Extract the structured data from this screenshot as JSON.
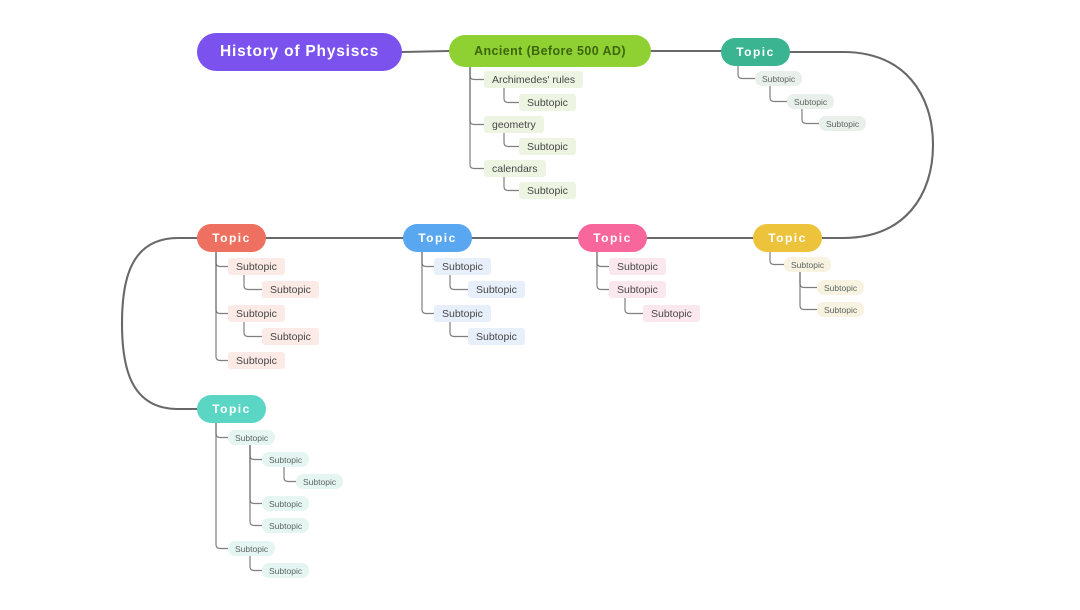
{
  "colors": {
    "root_fill": "#7B52EE",
    "ancient_fill": "#8FD133",
    "ancient_text": "#3D660D",
    "teal_fill": "#3BB591",
    "coral_fill": "#EE7061",
    "blue_fill": "#58A7F0",
    "pink_fill": "#F8679B",
    "yellow_fill": "#EEC33C",
    "mint_fill": "#5CD6C4",
    "topic_text": "#FFFFFF",
    "connector": "#686868",
    "sub_text": "#474747",
    "sub_small_text": "#5B6560",
    "sub_green_bg": "#EDF4E2",
    "sub_gray_green_bg": "#E9EFEA",
    "sub_cream_bg": "#F8F2E1",
    "sub_pink_bg": "#FBE8EF",
    "sub_blue_bg": "#E7EFFA",
    "sub_salmon_bg": "#FBEAE5",
    "sub_mint_bg": "#E5F5F1"
  },
  "mindmap": {
    "root": {
      "label": "History of Physiscs"
    },
    "branches": [
      {
        "name": "ancient",
        "label": "Ancient (Before 500 AD)",
        "children": [
          {
            "label": "Archimedes' rules",
            "children": [
              {
                "label": "Subtopic"
              }
            ]
          },
          {
            "label": "geometry",
            "children": [
              {
                "label": "Subtopic"
              }
            ]
          },
          {
            "label": "calendars",
            "children": [
              {
                "label": "Subtopic"
              }
            ]
          }
        ]
      },
      {
        "name": "topic-teal",
        "label": "Topic",
        "children": [
          {
            "label": "Subtopic",
            "children": [
              {
                "label": "Subtopic",
                "children": [
                  {
                    "label": "Subtopic"
                  }
                ]
              }
            ]
          }
        ]
      },
      {
        "name": "topic-yellow",
        "label": "Topic",
        "children": [
          {
            "label": "Subtopic",
            "children": [
              {
                "label": "Subtopic"
              },
              {
                "label": "Subtopic"
              }
            ]
          }
        ]
      },
      {
        "name": "topic-pink",
        "label": "Topic",
        "children": [
          {
            "label": "Subtopic"
          },
          {
            "label": "Subtopic",
            "children": [
              {
                "label": "Subtopic"
              }
            ]
          }
        ]
      },
      {
        "name": "topic-blue",
        "label": "Topic",
        "children": [
          {
            "label": "Subtopic",
            "children": [
              {
                "label": "Subtopic"
              }
            ]
          },
          {
            "label": "Subtopic",
            "children": [
              {
                "label": "Subtopic"
              }
            ]
          }
        ]
      },
      {
        "name": "topic-coral",
        "label": "Topic",
        "children": [
          {
            "label": "Subtopic",
            "children": [
              {
                "label": "Subtopic"
              }
            ]
          },
          {
            "label": "Subtopic",
            "children": [
              {
                "label": "Subtopic"
              }
            ]
          },
          {
            "label": "Subtopic"
          }
        ]
      },
      {
        "name": "topic-mint",
        "label": "Topic",
        "children": [
          {
            "label": "Subtopic",
            "children": [
              {
                "label": "Subtopic",
                "children": [
                  {
                    "label": "Subtopic"
                  }
                ]
              },
              {
                "label": "Subtopic"
              },
              {
                "label": "Subtopic"
              }
            ]
          },
          {
            "label": "Subtopic",
            "children": [
              {
                "label": "Subtopic"
              }
            ]
          }
        ]
      }
    ]
  }
}
